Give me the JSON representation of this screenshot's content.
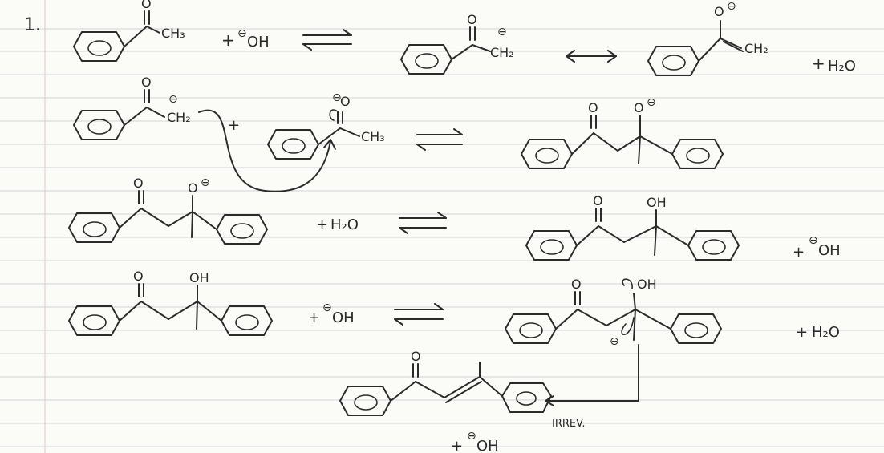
{
  "page": {
    "problem_number": "1.",
    "irreversible_label": "IRREV."
  },
  "labels": {
    "ch3": "CH₃",
    "ch2": "CH₂",
    "oh": "OH",
    "h2o": "H₂O",
    "plus": "+",
    "minus_charge": "⊖",
    "o_atom": "O",
    "o_neutral": "O"
  },
  "colors": {
    "ink": "#2b2b2b",
    "paper": "#fbfbf8",
    "rule_line": "#cfd6dc"
  }
}
